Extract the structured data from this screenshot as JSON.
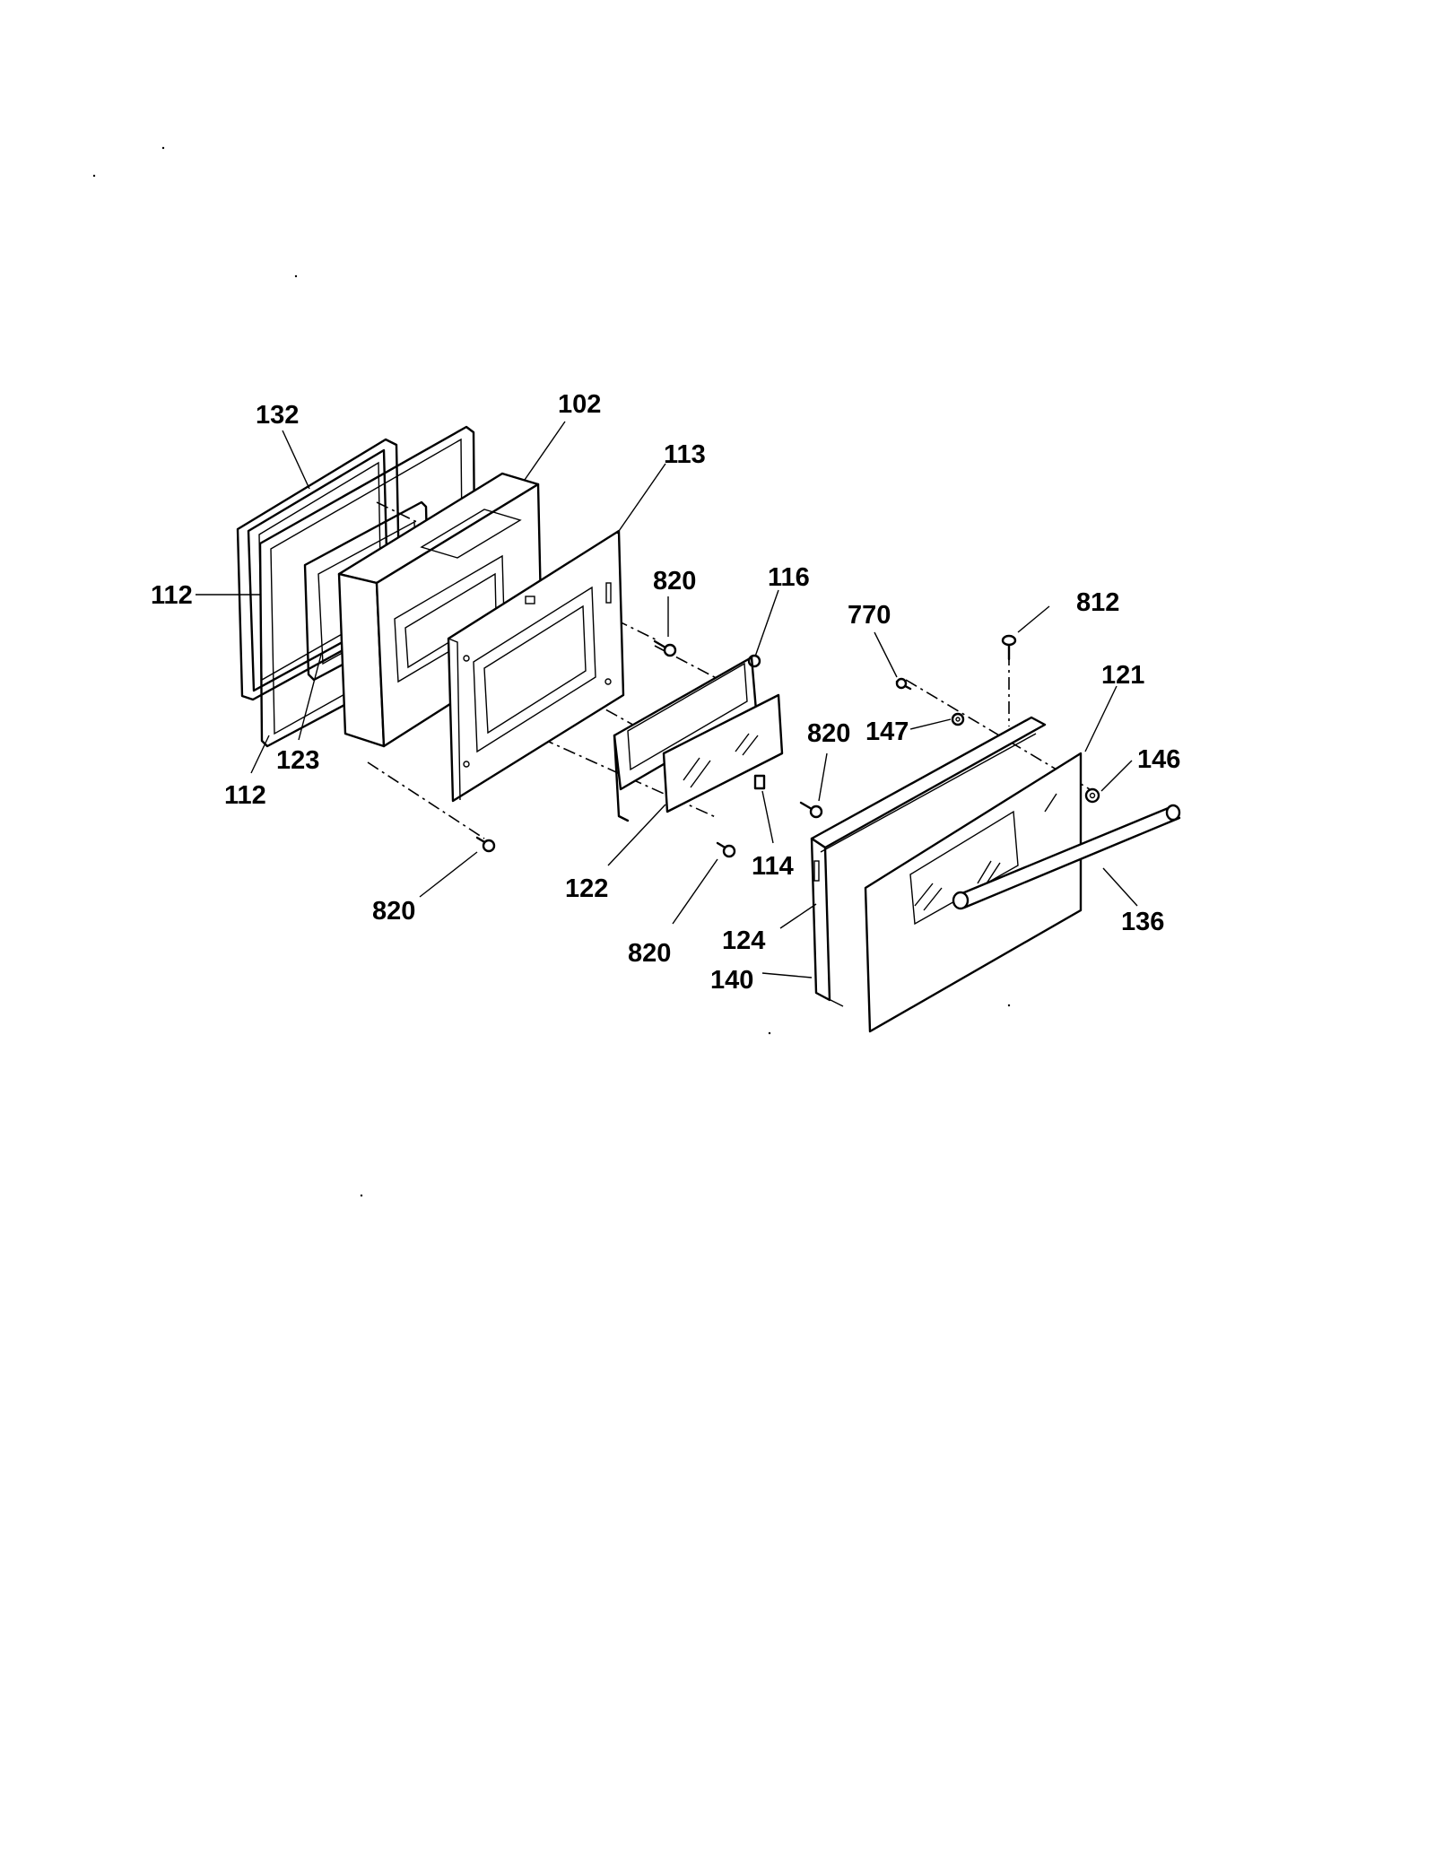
{
  "labels": {
    "l132": "132",
    "l102": "102",
    "l113": "113",
    "l112a": "112",
    "l112b": "112",
    "l123": "123",
    "l820a": "820",
    "l116": "116",
    "l770": "770",
    "l812": "812",
    "l121": "121",
    "l147": "147",
    "l820b": "820",
    "l146": "146",
    "l114": "114",
    "l122": "122",
    "l820c": "820",
    "l820d": "820",
    "l124": "124",
    "l136": "136",
    "l140": "140"
  },
  "colors": {
    "ink": "#000000",
    "paper": "#ffffff"
  }
}
